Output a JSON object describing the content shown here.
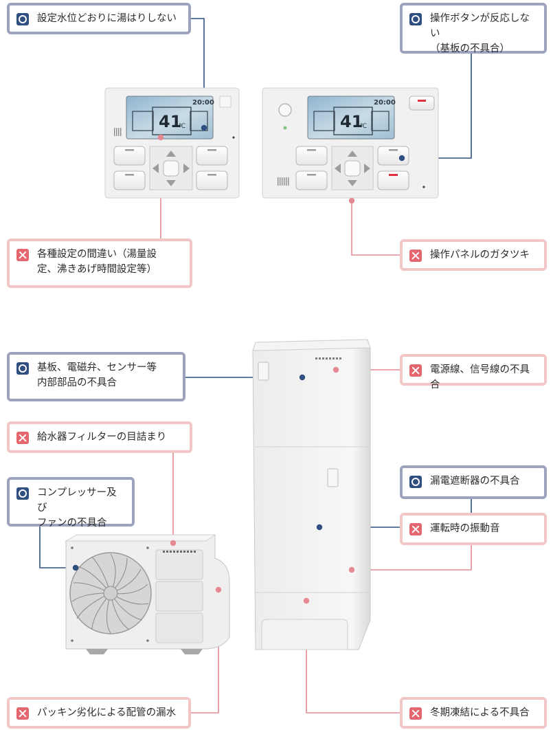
{
  "remote_left": {
    "clock": "20:00",
    "temperature": "41",
    "unit": "℃"
  },
  "remote_right": {
    "clock": "20:00",
    "temperature": "41",
    "unit": "℃"
  },
  "callouts": [
    {
      "id": "c1",
      "kind": "ok",
      "text": "設定水位どおりに湯はりしない"
    },
    {
      "id": "c2",
      "kind": "ok",
      "text": "操作ボタンが反応しない\n（基板の不具合）"
    },
    {
      "id": "c3",
      "kind": "ng",
      "text": "各種設定の間違い（湯量設\n定、沸きあげ時間設定等）"
    },
    {
      "id": "c4",
      "kind": "ng",
      "text": "操作パネルのガタツキ"
    },
    {
      "id": "c5",
      "kind": "ok",
      "text": "基板、電磁弁、センサー等\n内部部品の不具合"
    },
    {
      "id": "c6",
      "kind": "ng",
      "text": "電源線、信号線の不具合"
    },
    {
      "id": "c7",
      "kind": "ng",
      "text": "給水器フィルターの目詰まり"
    },
    {
      "id": "c8",
      "kind": "ok",
      "text": "漏電遮断器の不具合"
    },
    {
      "id": "c9",
      "kind": "ok",
      "text": "コンプレッサー及び\nファンの不具合"
    },
    {
      "id": "c10",
      "kind": "ng",
      "text": "運転時の振動音"
    },
    {
      "id": "c11",
      "kind": "ng",
      "text": "パッキン劣化による配管の漏水"
    },
    {
      "id": "c12",
      "kind": "ng",
      "text": "冬期凍結による不具合"
    }
  ],
  "colors": {
    "ok": "#2f4f80",
    "ok_border": "#9ea3bd",
    "ng": "#e4666f",
    "ng_border": "#f2c6c6",
    "line_ok": "#2f4f80",
    "line_ng": "#e58a93"
  }
}
